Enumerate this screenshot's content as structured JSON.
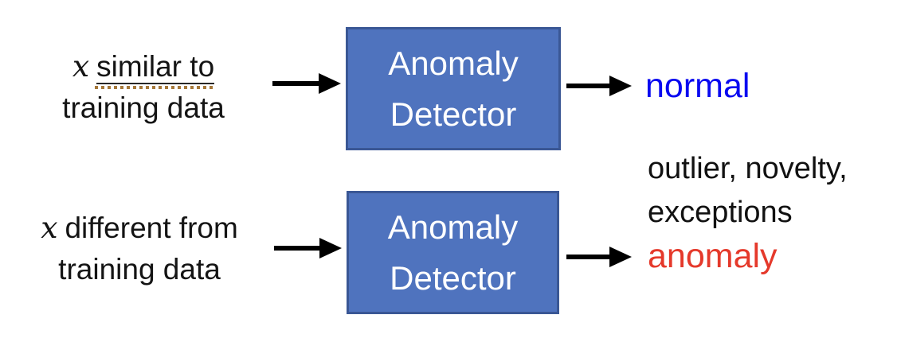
{
  "colors": {
    "box_fill": "#4F73BE",
    "box_border": "#3A5795",
    "arrow": "#000000",
    "label_text": "#141414",
    "underline_solid": "#262626",
    "underline_dots": "#A6793B",
    "normal_text": "#0A0AF0",
    "anomaly_text": "#E5392B"
  },
  "icons": {
    "arrow": "arrow-right-icon"
  },
  "rows": [
    {
      "input": {
        "x": "x",
        "phrase": "similar to",
        "line2": "training data"
      },
      "box": {
        "line1": "Anomaly",
        "line2": "Detector"
      },
      "output": {
        "label": "normal",
        "color": "#0A0AF0"
      }
    },
    {
      "input": {
        "x": "x",
        "phrase": "different from",
        "line2": "training data"
      },
      "box": {
        "line1": "Anomaly",
        "line2": "Detector"
      },
      "output": {
        "label": "anomaly",
        "color": "#E5392B",
        "note_line1": "outlier, novelty,",
        "note_line2": "exceptions"
      }
    }
  ]
}
